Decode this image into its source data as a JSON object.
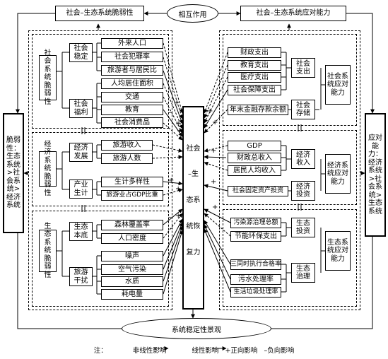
{
  "top": {
    "left_box": "社会–生态系统脆弱性",
    "center_ellipse": "相互作用",
    "right_box": "社会–生态系统应对能力"
  },
  "left_side_box": "脆弱性：生态系统>社会系统>经济系统",
  "right_side_box": "应对能力：经济系统>社会系统>生态系统",
  "center_column": [
    "社会",
    "–生",
    "态系",
    "统恢",
    "复力"
  ],
  "bottom_ellipse": "系统稳定性景观",
  "left": {
    "social": {
      "system": "社会系统脆弱性",
      "sub": [
        {
          "name": "社会稳定",
          "items": [
            "外来人口",
            "社会犯罪率",
            "旅游者与居民比"
          ]
        },
        {
          "name": "社会福利",
          "items": [
            "人均居住面积",
            "交通",
            "教育",
            "社会消费品"
          ]
        }
      ]
    },
    "economic": {
      "system": "经济系统脆弱性",
      "sub": [
        {
          "name": "经济发展",
          "items": [
            "旅游收入",
            "旅游人数"
          ]
        },
        {
          "name": "产业生计",
          "items": [
            "生计多样性",
            "旅游业占GDP比重"
          ]
        }
      ]
    },
    "eco": {
      "system": "生态系统脆弱性",
      "sub": [
        {
          "name": "生态本底",
          "items": [
            "森林覆盖率",
            "人口密度"
          ]
        },
        {
          "name": "旅游干扰",
          "items": [
            "噪声",
            "空气污染",
            "水质",
            "耗电量"
          ]
        }
      ]
    }
  },
  "right": {
    "social": {
      "system": "社会系统应对能力",
      "sub": [
        {
          "name": "社会支出",
          "items": [
            "财政支出",
            "教育支出",
            "医疗支出",
            "社会保障支出"
          ]
        },
        {
          "name": "社会存储",
          "items": [
            "年末金融存款余额"
          ]
        }
      ]
    },
    "economic": {
      "system": "经济系统应对能力",
      "sub": [
        {
          "name": "经济收入",
          "items": [
            "GDP",
            "财政总收入",
            "居民人均收入"
          ]
        },
        {
          "name": "经济投资",
          "items": [
            "社会固定资产投资"
          ]
        }
      ]
    },
    "eco": {
      "system": "生态系统应对能力",
      "sub": [
        {
          "name": "生态投资",
          "items": [
            "污染源治理总额",
            "节能环保支出"
          ]
        },
        {
          "name": "生态治理",
          "items": [
            "三同时执行合格率",
            "污水处理率",
            "生活垃圾处理率"
          ]
        }
      ]
    }
  },
  "signs": {
    "plus": "+",
    "minus": "–"
  },
  "note": {
    "prefix": "注：",
    "nonlinear": "非线性影响",
    "linear": "线性影响",
    "positive": "+正向影响",
    "negative": "–负向影响"
  }
}
